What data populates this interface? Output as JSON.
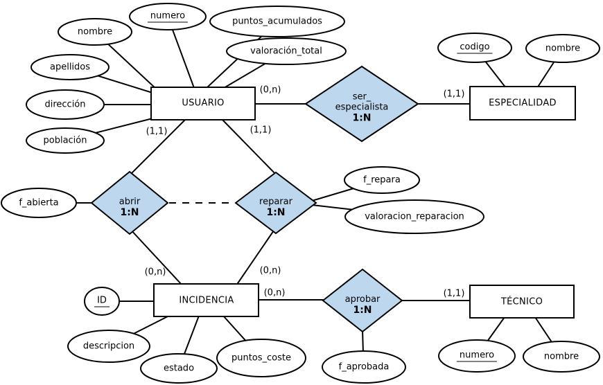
{
  "diagram_type": "entity-relationship",
  "colors": {
    "relationship_diamond_fill": "#bdd7ee",
    "shape_fill": "#ffffff",
    "stroke": "#000000",
    "text": "#000000",
    "background": "#ffffff"
  },
  "entities": {
    "usuario": {
      "label": "USUARIO"
    },
    "especialidad": {
      "label": "ESPECIALIDAD"
    },
    "incidencia": {
      "label": "INCIDENCIA"
    },
    "tecnico": {
      "label": "TÉCNICO"
    }
  },
  "attributes": {
    "usuario_nombre": {
      "label": "nombre",
      "is_key": false
    },
    "usuario_numero": {
      "label": "numero",
      "is_key": true
    },
    "usuario_puntos_acumulados": {
      "label": "puntos_acumulados",
      "is_key": false
    },
    "usuario_valoracion_total": {
      "label": "valoración_total",
      "is_key": false
    },
    "usuario_apellidos": {
      "label": "apellidos",
      "is_key": false
    },
    "usuario_direccion": {
      "label": "dirección",
      "is_key": false
    },
    "usuario_poblacion": {
      "label": "población",
      "is_key": false
    },
    "especialidad_codigo": {
      "label": "codigo",
      "is_key": true
    },
    "especialidad_nombre": {
      "label": "nombre",
      "is_key": false
    },
    "abrir_f_abierta": {
      "label": "f_abierta",
      "is_key": false
    },
    "reparar_f_repara": {
      "label": "f_repara",
      "is_key": false
    },
    "reparar_valoracion_reparacion": {
      "label": "valoracion_reparacion",
      "is_key": false
    },
    "incidencia_id": {
      "label": "ID",
      "is_key": true
    },
    "incidencia_descripcion": {
      "label": "descripcion",
      "is_key": false
    },
    "incidencia_estado": {
      "label": "estado",
      "is_key": false
    },
    "incidencia_puntos_coste": {
      "label": "puntos_coste",
      "is_key": false
    },
    "aprobar_f_aprobada": {
      "label": "f_aprobada",
      "is_key": false
    },
    "tecnico_numero": {
      "label": "numero",
      "is_key": true
    },
    "tecnico_nombre": {
      "label": "nombre",
      "is_key": false
    }
  },
  "relationships": {
    "ser_especialista": {
      "line1": "ser_",
      "line2": "especialista",
      "cardinality": "1:N"
    },
    "abrir": {
      "name": "abrir",
      "cardinality": "1:N"
    },
    "reparar": {
      "name": "reparar",
      "cardinality": "1:N"
    },
    "aprobar": {
      "name": "aprobar",
      "cardinality": "1:N"
    }
  },
  "cardinality_labels": {
    "usuario_ser_especialista": "(0,n)",
    "especialidad_ser_especialista": "(1,1)",
    "usuario_abrir": "(1,1)",
    "usuario_reparar": "(1,1)",
    "incidencia_abrir": "(0,n)",
    "incidencia_reparar": "(0,n)",
    "incidencia_aprobar": "(0,n)",
    "tecnico_aprobar": "(1,1)"
  }
}
